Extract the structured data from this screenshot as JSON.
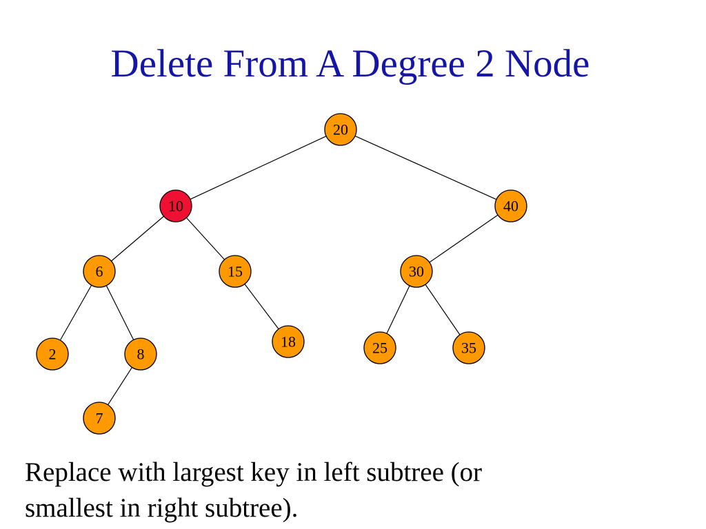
{
  "title": "Delete From A Degree 2 Node",
  "caption": {
    "line1": "Replace with largest key in left subtree (or",
    "line2": "smallest in right subtree)."
  },
  "colors": {
    "title": "#1616a6",
    "node_fill": "#ff9900",
    "highlight_fill": "#ee1133"
  },
  "tree": {
    "nodes": [
      {
        "id": "n20",
        "key": "20",
        "highlighted": false
      },
      {
        "id": "n10",
        "key": "10",
        "highlighted": true
      },
      {
        "id": "n40",
        "key": "40",
        "highlighted": false
      },
      {
        "id": "n6",
        "key": "6",
        "highlighted": false
      },
      {
        "id": "n15",
        "key": "15",
        "highlighted": false
      },
      {
        "id": "n30",
        "key": "30",
        "highlighted": false
      },
      {
        "id": "n2",
        "key": "2",
        "highlighted": false
      },
      {
        "id": "n8",
        "key": "8",
        "highlighted": false
      },
      {
        "id": "n18",
        "key": "18",
        "highlighted": false
      },
      {
        "id": "n25",
        "key": "25",
        "highlighted": false
      },
      {
        "id": "n35",
        "key": "35",
        "highlighted": false
      },
      {
        "id": "n7",
        "key": "7",
        "highlighted": false
      }
    ],
    "edges": [
      [
        "n20",
        "n10"
      ],
      [
        "n20",
        "n40"
      ],
      [
        "n10",
        "n6"
      ],
      [
        "n10",
        "n15"
      ],
      [
        "n40",
        "n30"
      ],
      [
        "n6",
        "n2"
      ],
      [
        "n6",
        "n8"
      ],
      [
        "n15",
        "n18"
      ],
      [
        "n30",
        "n25"
      ],
      [
        "n30",
        "n35"
      ],
      [
        "n8",
        "n7"
      ]
    ]
  }
}
